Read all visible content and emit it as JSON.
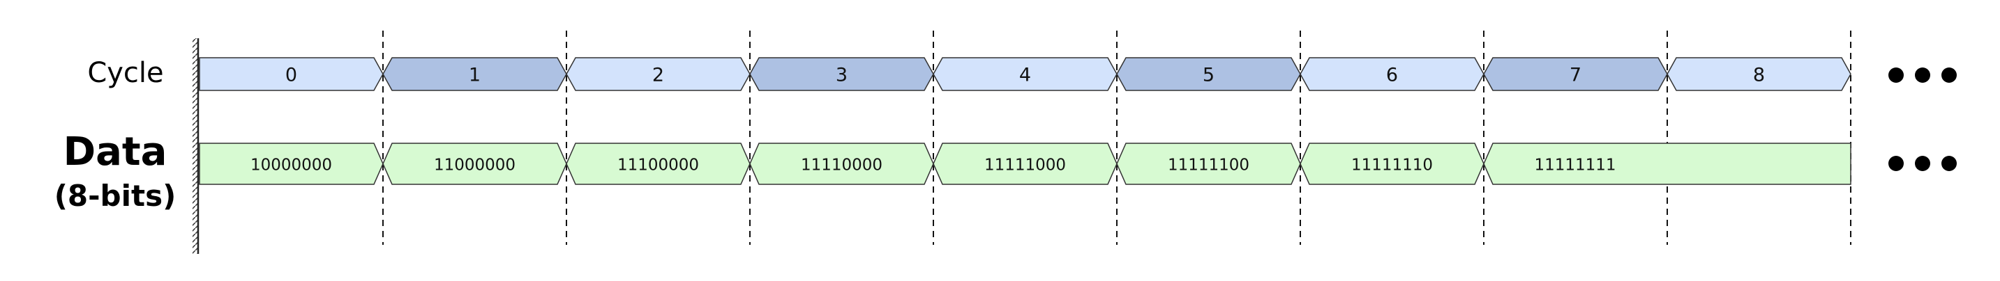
{
  "labels": {
    "cycle": "Cycle",
    "data": "Data",
    "data_sub": "(8-bits)"
  },
  "cycle_values": [
    "0",
    "1",
    "2",
    "3",
    "4",
    "5",
    "6",
    "7",
    "8"
  ],
  "data_values": [
    "10000000",
    "11000000",
    "11100000",
    "11110000",
    "11111000",
    "11111100",
    "11111110",
    "11111111"
  ],
  "colors": {
    "cycle_light": "#d3e3fc",
    "cycle_dark": "#adc1e3",
    "data_fill": "#d7fad2",
    "outline": "#333333"
  }
}
